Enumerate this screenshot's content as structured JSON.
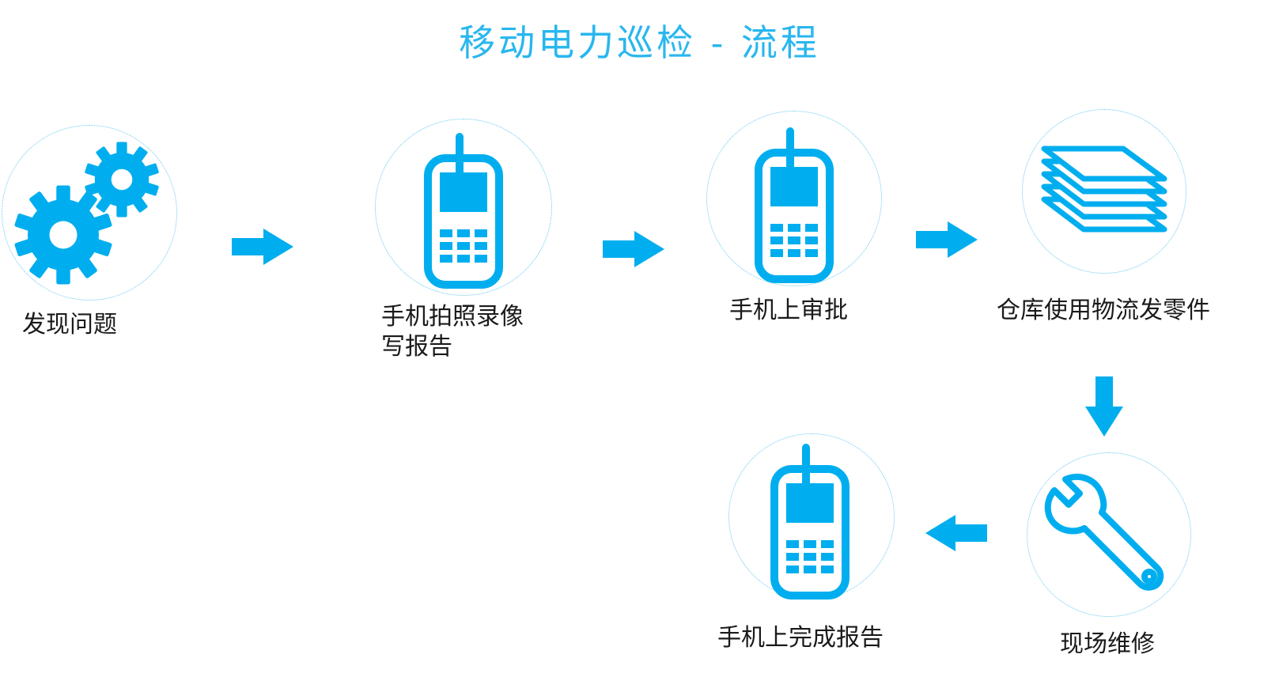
{
  "title": "移动电力巡检 - 流程",
  "accent_color": "#00aeef",
  "steps": [
    {
      "label": "发现问题",
      "icon": "gears-icon"
    },
    {
      "label_line1": "手机拍照录像",
      "label_line2": "写报告",
      "icon": "mobile-phone-icon"
    },
    {
      "label": "手机上审批",
      "icon": "mobile-phone-icon"
    },
    {
      "label": "仓库使用物流发零件",
      "icon": "stacked-layers-icon"
    },
    {
      "label": "现场维修",
      "icon": "wrench-icon"
    },
    {
      "label": "手机上完成报告",
      "icon": "mobile-phone-icon"
    }
  ]
}
